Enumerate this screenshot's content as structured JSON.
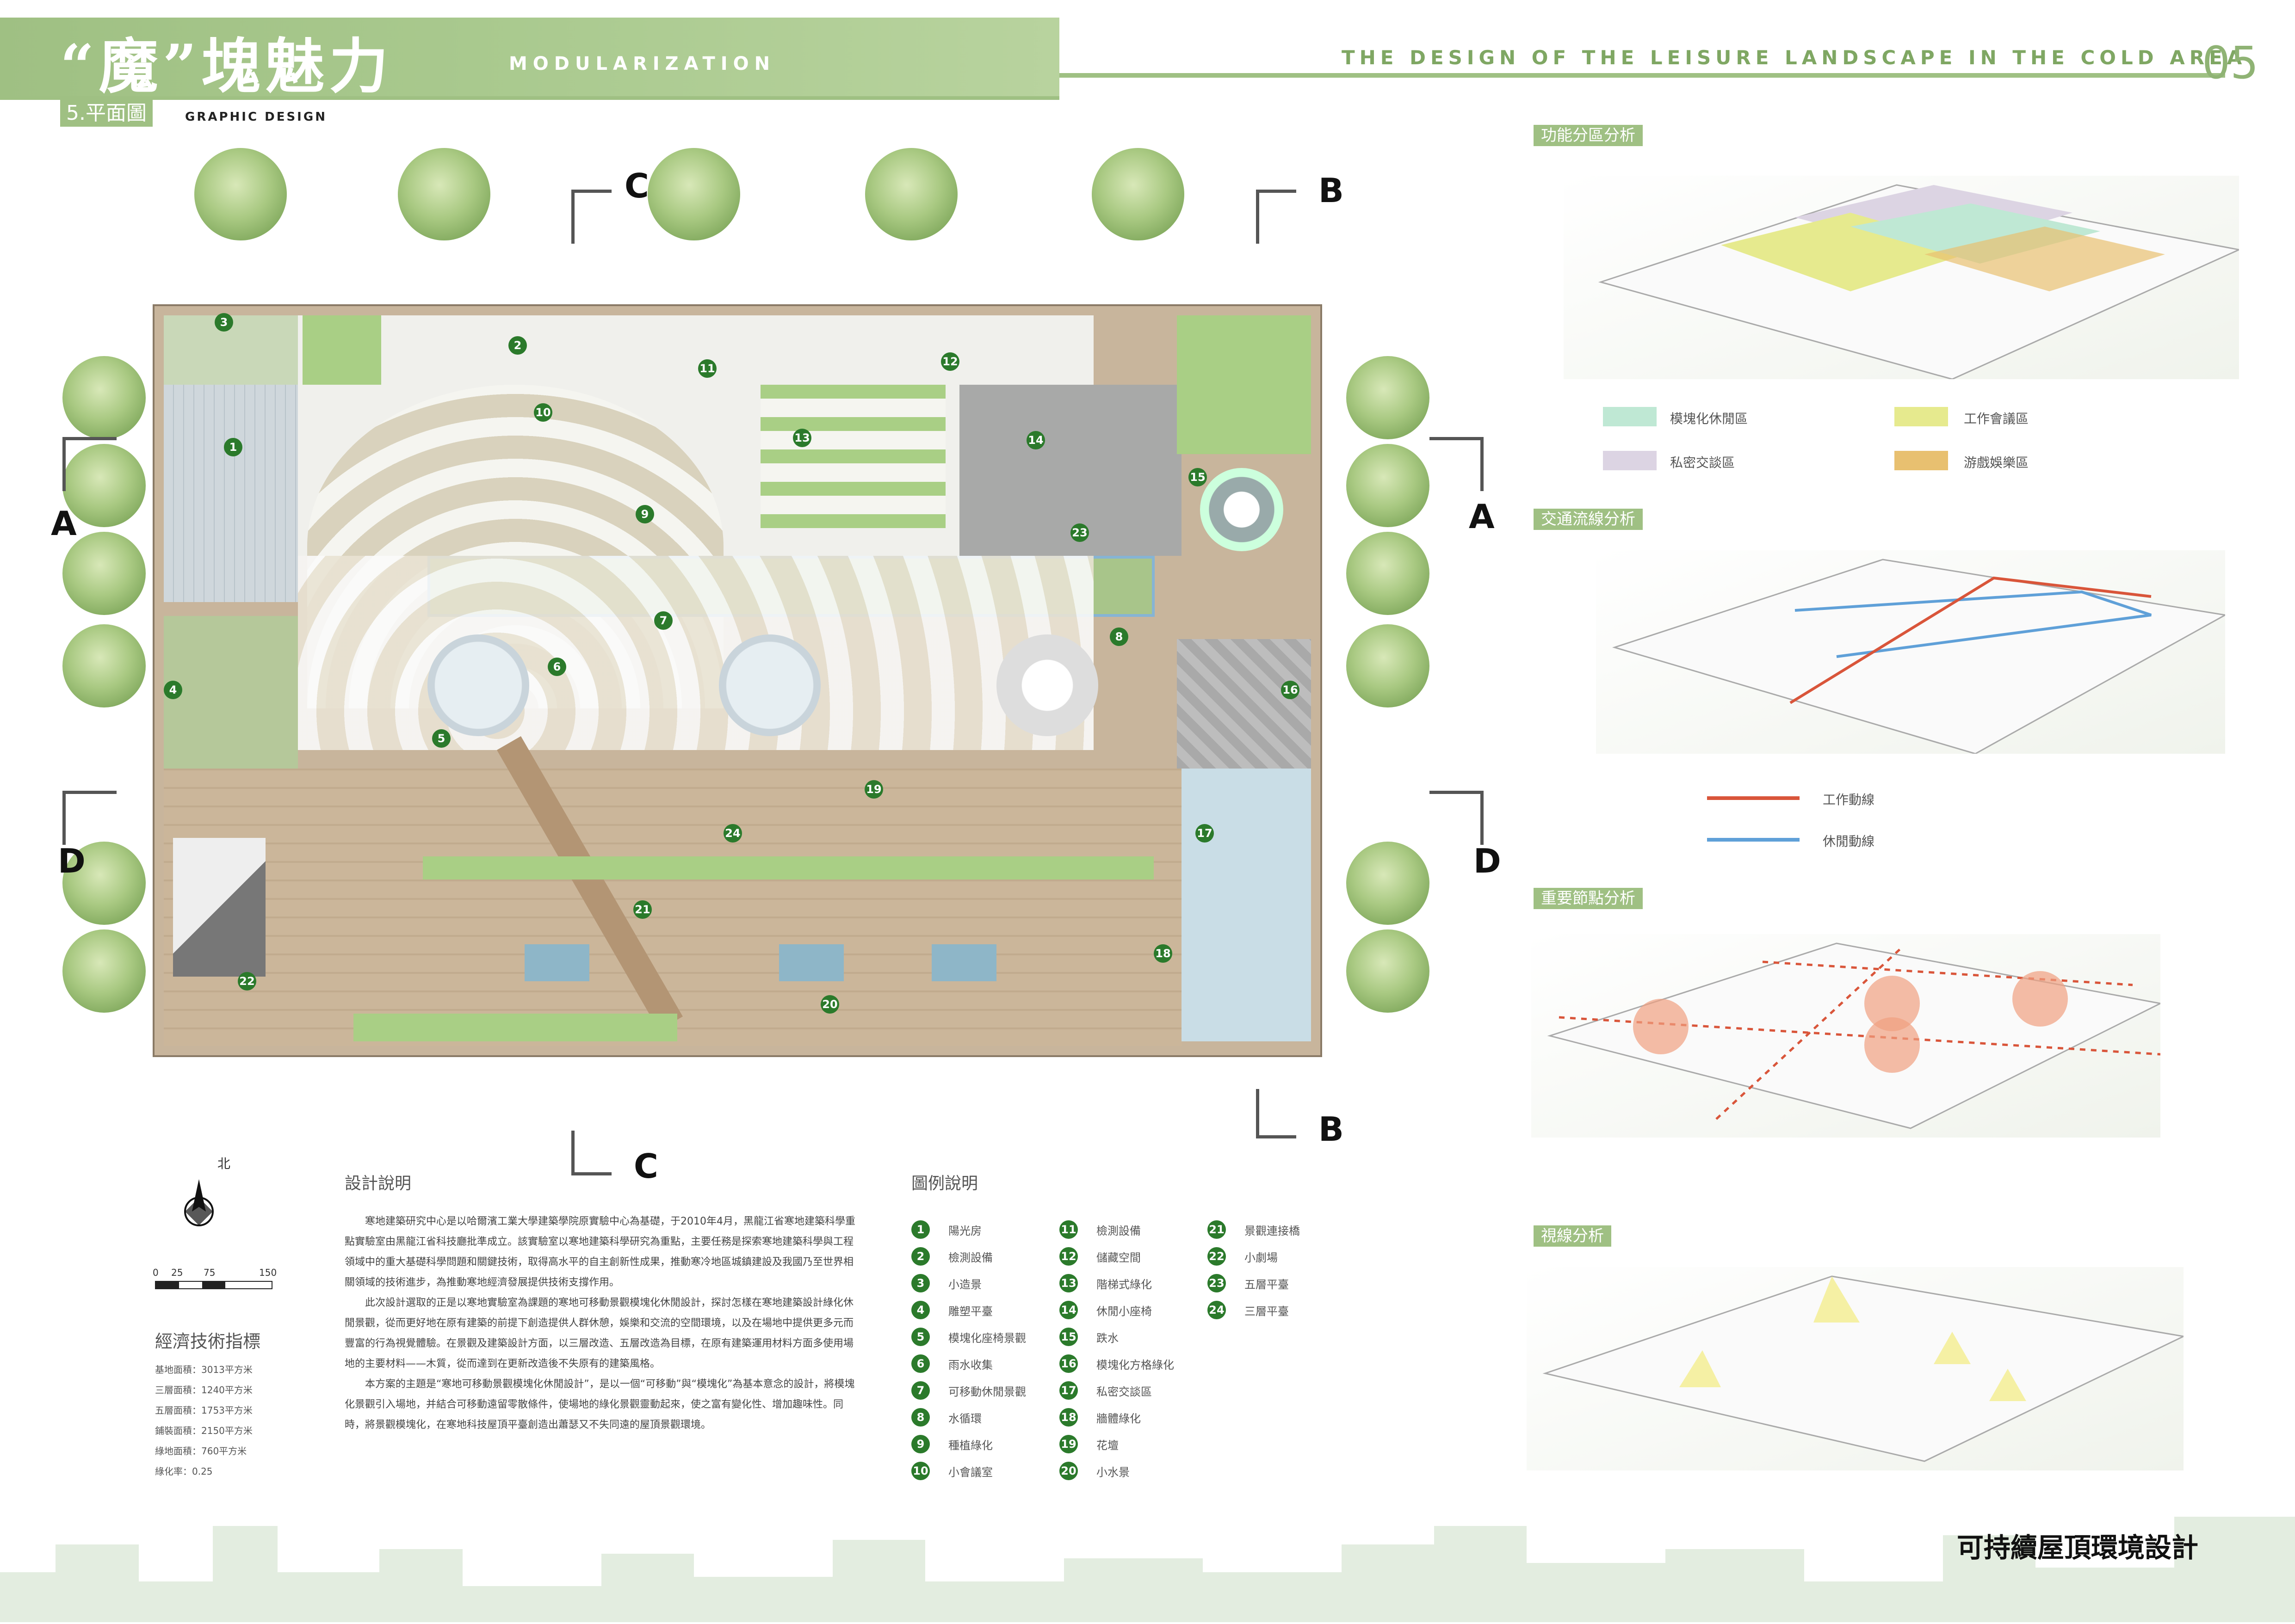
{
  "header": {
    "title": "“魔”塊魅力",
    "subtitle": "MODULARIZATION",
    "english_title": "The design of the leisure landscape in the cold area",
    "page_number": "05",
    "section_label": "5.平面圖",
    "section_english": "Graphic design"
  },
  "plan": {
    "section_marks": [
      "A",
      "A",
      "B",
      "B",
      "C",
      "C",
      "D",
      "D"
    ],
    "north": "北",
    "scale": {
      "ticks": [
        "0",
        "25",
        "75",
        "150"
      ]
    }
  },
  "design_notes": {
    "heading": "設計說明",
    "paragraph1": "寒地建築研究中心是以哈爾濱工業大學建築學院原實驗中心為基礎，于2010年4月，黑龍江省寒地建築科學重點實驗室由黑龍江省科技廳批準成立。該實驗室以寒地建築科學研究為重點，主要任務是探索寒地建築科學與工程領域中的重大基礎科學問題和關鍵技術，取得高水平的自主創新性成果，推動寒冷地區城鎮建設及我國乃至世界相關領域的技術進步，為推動寒地經濟發展提供技術支撐作用。",
    "paragraph2": "此次設計選取的正是以寒地實驗室為課題的寒地可移動景觀模塊化休閒設計，探討怎樣在寒地建築設計綠化休閒景觀，從而更好地在原有建築的前提下創造提供人群休憩，娛樂和交流的空間環境，以及在場地中提供更多元而豐富的行為視覺體驗。在景觀及建築設計方面，以三層改造、五層改造為目標，在原有建築運用材料方面多使用場地的主要材料——木質，從而達到在更新改造後不失原有的建築風格。",
    "paragraph3": "本方案的主題是“寒地可移動景觀模塊化休閒設計”，是以一個“可移動”與“模塊化”為基本意念的設計，將模塊化景觀引入場地，并結合可移動遠留零散條件，使場地的綠化景觀靈動起來，使之富有變化性、增加趣味性。同時，將景觀模塊化，在寒地科技屋頂平臺創造出蕭瑟又不失同遠的屋頂景觀環境。"
  },
  "tech_indicators": {
    "heading": "經濟技術指標",
    "items": [
      "基地面積：3013平方米",
      "三層面積：1240平方米",
      "五層面積：1753平方米",
      "鋪裝面積：2150平方米",
      "綠地面積：760平方米",
      "綠化率：0.25"
    ]
  },
  "legend": {
    "heading": "圖例說明",
    "items": [
      {
        "n": "1",
        "t": "陽光房"
      },
      {
        "n": "2",
        "t": "檢測設備"
      },
      {
        "n": "3",
        "t": "小造景"
      },
      {
        "n": "4",
        "t": "雕塑平臺"
      },
      {
        "n": "5",
        "t": "模塊化座椅景觀"
      },
      {
        "n": "6",
        "t": "雨水收集"
      },
      {
        "n": "7",
        "t": "可移動休閒景觀"
      },
      {
        "n": "8",
        "t": "水循環"
      },
      {
        "n": "9",
        "t": "種植綠化"
      },
      {
        "n": "10",
        "t": "小會議室"
      },
      {
        "n": "11",
        "t": "檢測設備"
      },
      {
        "n": "12",
        "t": "儲藏空間"
      },
      {
        "n": "13",
        "t": "階梯式綠化"
      },
      {
        "n": "14",
        "t": "休閒小座椅"
      },
      {
        "n": "15",
        "t": "跌水"
      },
      {
        "n": "16",
        "t": "模塊化方格綠化"
      },
      {
        "n": "17",
        "t": "私密交談區"
      },
      {
        "n": "18",
        "t": "牆體綠化"
      },
      {
        "n": "19",
        "t": "花壇"
      },
      {
        "n": "20",
        "t": "小水景"
      },
      {
        "n": "21",
        "t": "景觀連接橋"
      },
      {
        "n": "22",
        "t": "小劇場"
      },
      {
        "n": "23",
        "t": "五層平臺"
      },
      {
        "n": "24",
        "t": "三層平臺"
      }
    ]
  },
  "analysis": {
    "function": {
      "label": "功能分區分析",
      "legend": [
        {
          "t": "模塊化休閒區",
          "color": "#bfe8d4"
        },
        {
          "t": "工作會議區",
          "color": "#e6ea8e"
        },
        {
          "t": "私密交談區",
          "color": "#dcd4e3"
        },
        {
          "t": "游戲娛樂區",
          "color": "#e8c070"
        }
      ]
    },
    "traffic": {
      "label": "交通流線分析",
      "legend": [
        {
          "t": "工作動線",
          "color": "#d9553a"
        },
        {
          "t": "休閒動線",
          "color": "#5fa0d8"
        }
      ]
    },
    "nodes": {
      "label": "重要節點分析"
    },
    "view": {
      "label": "視線分析"
    }
  },
  "footer": {
    "title": "可持續屋頂環境設計"
  }
}
